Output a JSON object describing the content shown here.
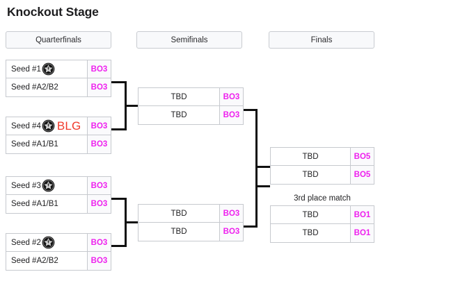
{
  "page": {
    "title": "Knockout Stage",
    "background": "#ffffff",
    "accent_score_color": "#ee1fee",
    "tricode_color": "#f0392b",
    "line_color": "#101010"
  },
  "rounds": [
    {
      "label": "Quarterfinals"
    },
    {
      "label": "Semifinals"
    },
    {
      "label": "Finals"
    }
  ],
  "quarterfinals": [
    {
      "rows": [
        {
          "team": "Seed #1",
          "logo": "team-emblem-icon",
          "tricode": "",
          "format": "BO3"
        },
        {
          "team": "Seed #A2/B2",
          "logo": "",
          "tricode": "",
          "format": "BO3"
        }
      ]
    },
    {
      "rows": [
        {
          "team": "Seed #4",
          "logo": "team-emblem-icon",
          "tricode": "BLG",
          "format": "BO3"
        },
        {
          "team": "Seed #A1/B1",
          "logo": "",
          "tricode": "",
          "format": "BO3"
        }
      ]
    },
    {
      "rows": [
        {
          "team": "Seed #3",
          "logo": "team-emblem-icon",
          "tricode": "",
          "format": "BO3"
        },
        {
          "team": "Seed #A1/B1",
          "logo": "",
          "tricode": "",
          "format": "BO3"
        }
      ]
    },
    {
      "rows": [
        {
          "team": "Seed #2",
          "logo": "team-emblem-icon",
          "tricode": "",
          "format": "BO3"
        },
        {
          "team": "Seed #A2/B2",
          "logo": "",
          "tricode": "",
          "format": "BO3"
        }
      ]
    }
  ],
  "semifinals": [
    {
      "rows": [
        {
          "team": "TBD",
          "format": "BO3"
        },
        {
          "team": "TBD",
          "format": "BO3"
        }
      ]
    },
    {
      "rows": [
        {
          "team": "TBD",
          "format": "BO3"
        },
        {
          "team": "TBD",
          "format": "BO3"
        }
      ]
    }
  ],
  "finals": {
    "rows": [
      {
        "team": "TBD",
        "format": "BO5"
      },
      {
        "team": "TBD",
        "format": "BO5"
      }
    ]
  },
  "third_place": {
    "caption": "3rd place match",
    "rows": [
      {
        "team": "TBD",
        "format": "BO1"
      },
      {
        "team": "TBD",
        "format": "BO1"
      }
    ]
  }
}
